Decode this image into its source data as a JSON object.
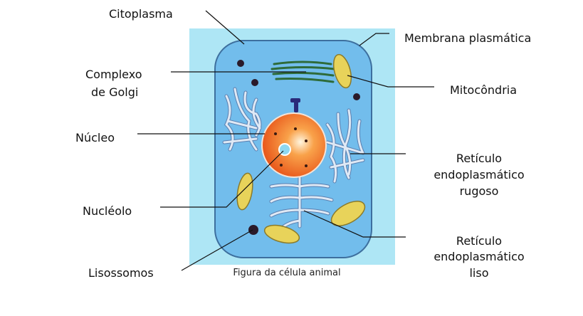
{
  "labels": {
    "citoplasma": "Citoplasma",
    "membrana": "Membrana plasmática",
    "golgi_1": "Complexo",
    "golgi_2": "de Golgi",
    "mitocondria": "Mitocôndria",
    "nucleo": "Núcleo",
    "rer_1": "Retículo",
    "rer_2": "endoplasmático",
    "rer_3": "rugoso",
    "nucleolo": "Nucléolo",
    "rel_1": "Retículo",
    "rel_2": "endoplasmático",
    "rel_3": "liso",
    "lisossomos": "Lisossomos"
  },
  "caption": "Figura da célula animal",
  "colors": {
    "background_box": "#aee6f5",
    "cytoplasm": "#72bdec",
    "membrane": "#3d6f9e",
    "nucleus": "#f06a1c",
    "golgi": "#2e6b3a",
    "mitochondria": "#e8d35a",
    "lysosome": "#2a1a2a"
  }
}
